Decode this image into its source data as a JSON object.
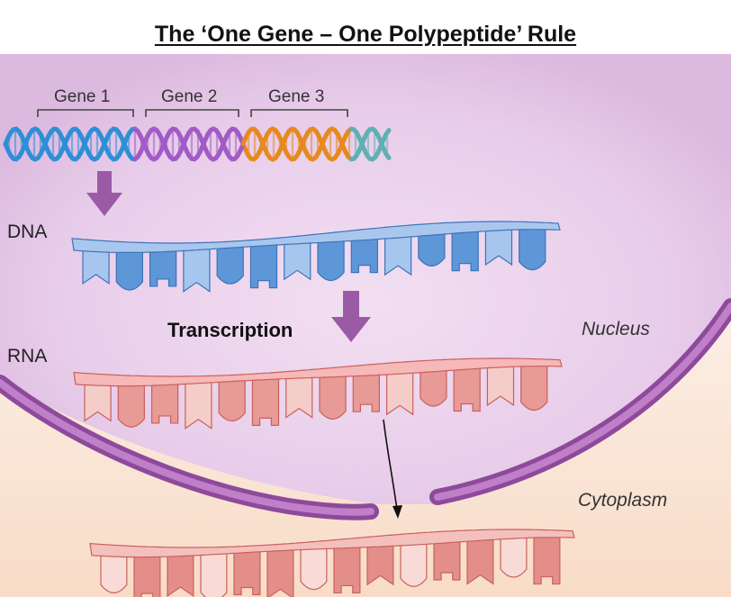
{
  "title": "The ‘One Gene – One Polypeptide’ Rule",
  "genes": [
    {
      "label": "Gene 1",
      "color": "#2e8fd6"
    },
    {
      "label": "Gene 2",
      "color": "#a25bc6"
    },
    {
      "label": "Gene 3",
      "color": "#e58a1f"
    }
  ],
  "labels": {
    "dna": "DNA",
    "rna": "RNA",
    "transcription": "Transcription",
    "nucleus": "Nucleus",
    "cytoplasm": "Cytoplasm"
  },
  "colors": {
    "dna_strand": "#6f9fd8",
    "rna_strand": "#e98c8c",
    "nuclear_membrane": "#9b5aa6",
    "nucleus_fill": "#e8cdea",
    "cytoplasm_fill": "#fbe6d6",
    "arrow": "#9b5aa6"
  }
}
